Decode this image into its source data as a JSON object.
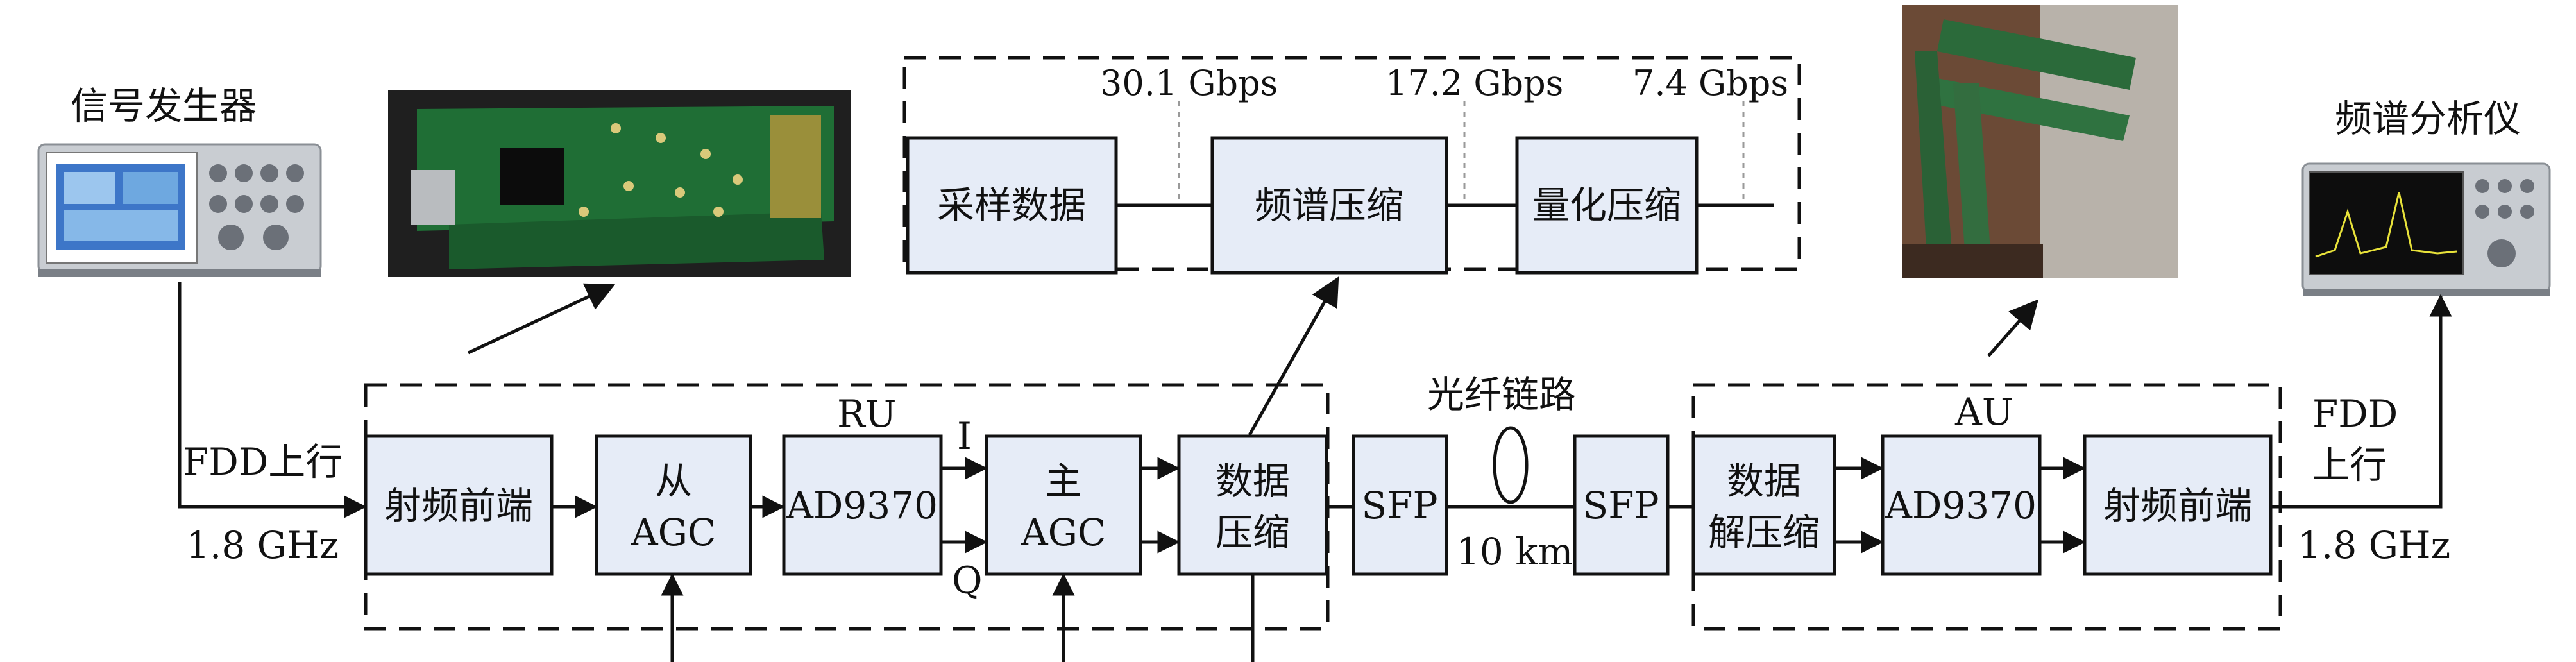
{
  "labels": {
    "signal_generator": "信号发生器",
    "spectrum_analyzer": "频谱分析仪",
    "uplink_left": "FDD上行",
    "freq_left": "1.8 GHz",
    "uplink_right_line1": "FDD",
    "uplink_right_line2": "上行",
    "freq_right": "1.8 GHz",
    "ru": "RU",
    "au": "AU",
    "fiber_link": "光纤链路",
    "fiber_length": "10 km",
    "i_branch": "I",
    "q_branch": "Q"
  },
  "blocks": {
    "rf_front_end_ru": "射频前端",
    "slave_agc_line1": "从",
    "slave_agc_line2": "AGC",
    "ad9370_ru": "AD9370",
    "master_agc_line1": "主",
    "master_agc_line2": "AGC",
    "data_compress_line1": "数据",
    "data_compress_line2": "压缩",
    "sfp_left": "SFP",
    "sfp_right": "SFP",
    "data_decompress_line1": "数据",
    "data_decompress_line2": "解压缩",
    "ad9370_au": "AD9370",
    "rf_front_end_au": "射频前端"
  },
  "compression_chain": {
    "sampling_data": "采样数据",
    "spectrum_compression": "频谱压缩",
    "quantization_compression": "量化压缩",
    "rate_1": "30.1 Gbps",
    "rate_2": "17.2 Gbps",
    "rate_3": "7.4 Gbps"
  },
  "colors": {
    "block_fill": "#e6ecf7",
    "line": "#111111"
  }
}
